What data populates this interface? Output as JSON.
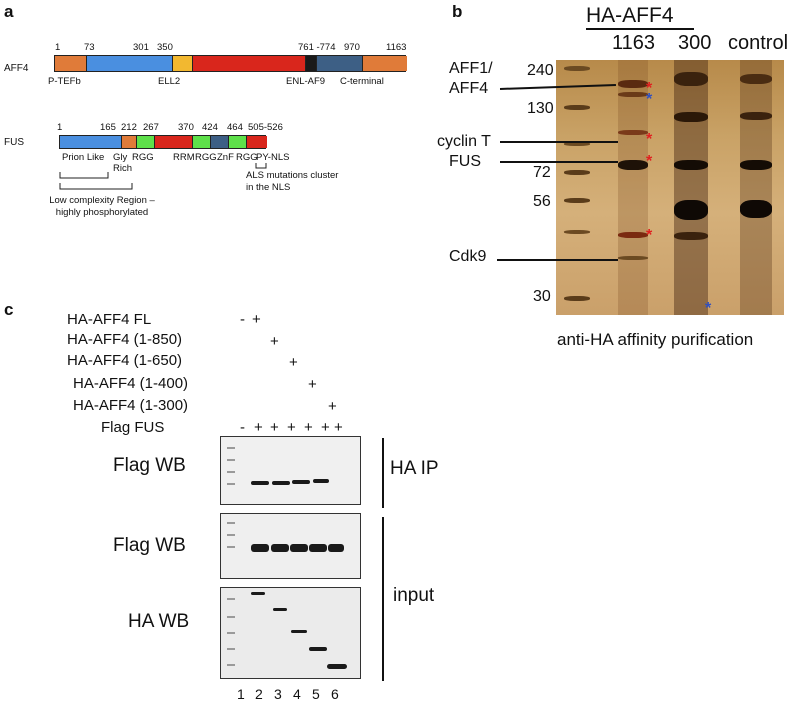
{
  "panel_a": {
    "label": "a",
    "aff4": {
      "name": "AFF4",
      "positions": [
        "1",
        "73",
        "301",
        "350",
        "761 -774",
        "970",
        "1163"
      ],
      "domains": [
        "P-TEFb",
        "ELL2",
        "ENL-AF9",
        "C-terminal"
      ]
    },
    "fus": {
      "name": "FUS",
      "positions": [
        "1",
        "165",
        "212",
        "267",
        "370",
        "424",
        "464",
        "505-526"
      ],
      "domains": [
        "Prion Like",
        "Gly Rich",
        "RGG",
        "RRM",
        "RGG",
        "ZnF",
        "RGG",
        "PY-NLS"
      ],
      "annotation_low_complexity": "Low complexity Region – highly phosphorylated",
      "annotation_als": "ALS mutations cluster in the NLS"
    },
    "colors": {
      "orange": "#e07b39",
      "blue": "#4a8fe0",
      "yellow": "#f2b830",
      "red": "#d9261c",
      "black": "#1a1a1a",
      "steel": "#3d5f85",
      "green": "#5ee04a"
    }
  },
  "panel_b": {
    "label": "b",
    "header": "HA-AFF4",
    "lanes": [
      "1163",
      "300",
      "control"
    ],
    "markers": [
      "240",
      "130",
      "72",
      "56",
      "30"
    ],
    "protein_labels": [
      "AFF1/",
      "AFF4",
      "cyclin T",
      "FUS",
      "Cdk9"
    ],
    "caption": "anti-HA affinity purification",
    "star": "*"
  },
  "panel_c": {
    "label": "c",
    "rows": [
      "HA-AFF4 FL",
      "HA-AFF4 (1-850)",
      "HA-AFF4 (1-650)",
      "HA-AFF4 (1-400)",
      "HA-AFF4 (1-300)",
      "Flag FUS"
    ],
    "signs": {
      "minus": "-",
      "plus": "+"
    },
    "blots": [
      "Flag WB",
      "Flag WB",
      "HA WB"
    ],
    "side_labels": [
      "HA IP",
      "input"
    ],
    "lane_numbers": [
      "1",
      "2",
      "3",
      "4",
      "5",
      "6"
    ]
  }
}
